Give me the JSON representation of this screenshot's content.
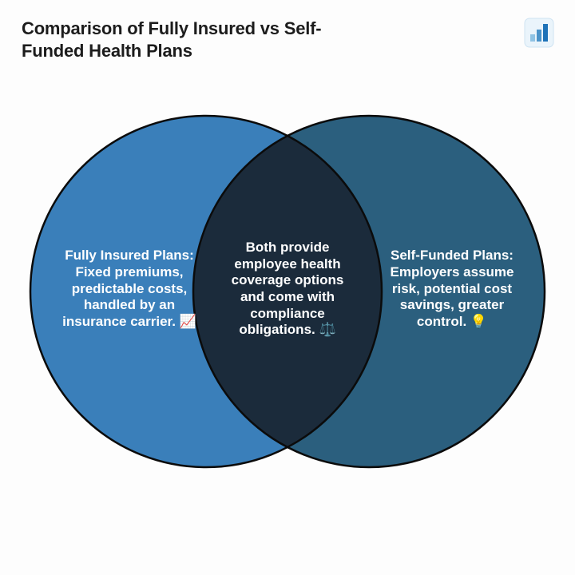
{
  "page": {
    "background": "#fdfdfd",
    "title": "Comparison of Fully Insured vs Self-Funded Health Plans",
    "title_lines": [
      "Comparison of Fully Insured vs Self-",
      "Funded Health Plans"
    ]
  },
  "header": {
    "logo_icon": "bar-chart-icon",
    "logo_colors": {
      "background": "#eaf4fb",
      "bar_light": "#8fc3e4",
      "bar_medium": "#4a93c9",
      "bar_dark": "#1d72b8"
    }
  },
  "venn": {
    "stroke": "#0b0b0b",
    "left": {
      "fill": "#3a7fba",
      "text": "Fully Insured Plans: Fixed premiums, predictable costs, handled by an insurance carrier. 📈"
    },
    "overlap": {
      "fill": "#1b2b3b",
      "text": "Both provide employee health coverage options and come with compliance obligations. ⚖️"
    },
    "right": {
      "fill": "#2b5f7e",
      "text": "Self-Funded Plans: Employers assume risk, potential cost savings, greater control. 💡"
    }
  }
}
